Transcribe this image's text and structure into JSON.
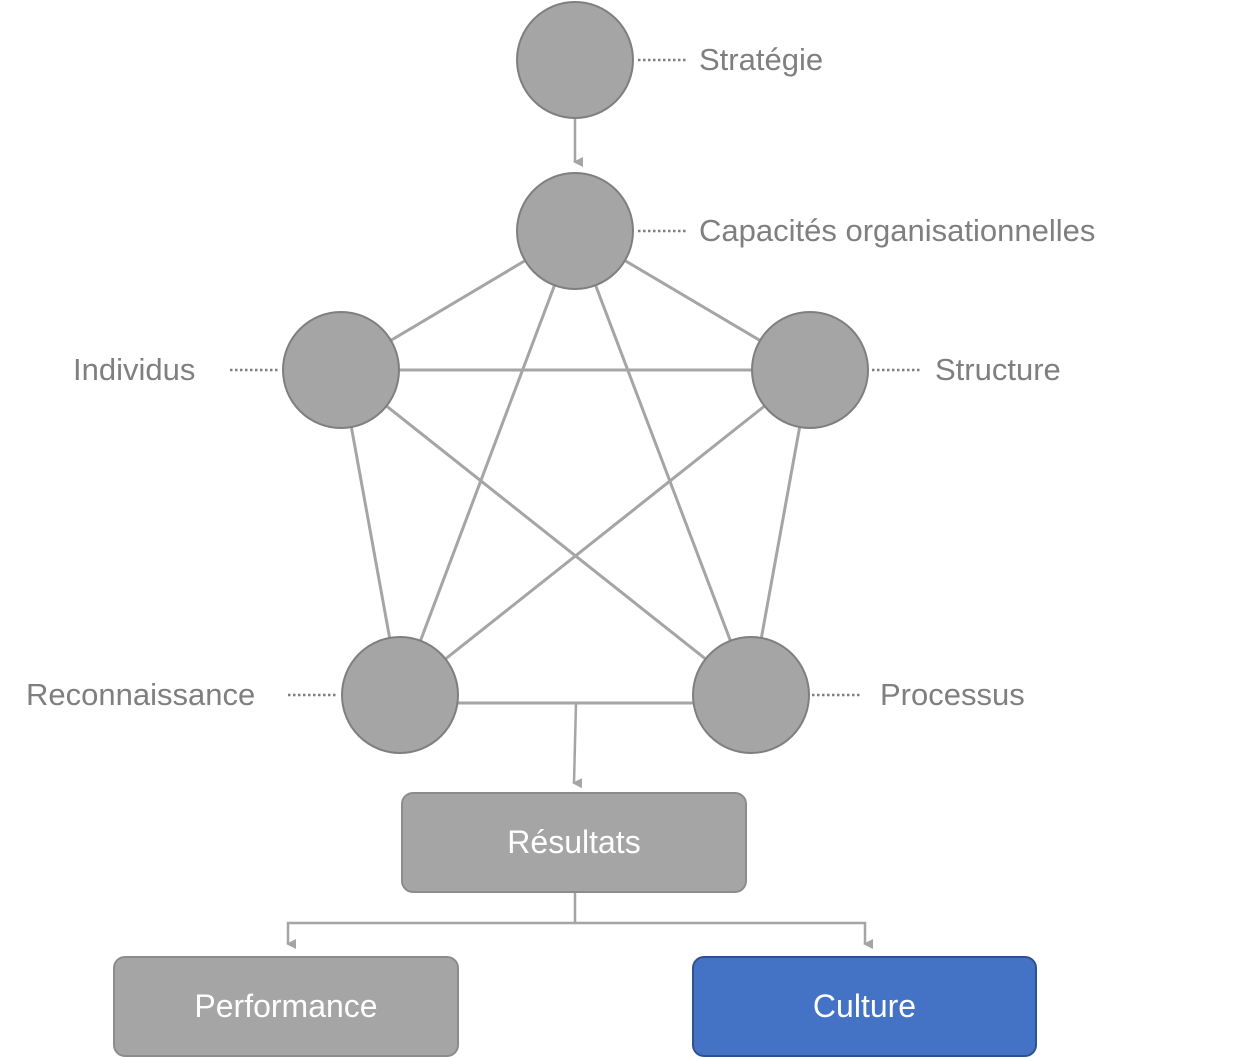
{
  "nodes": {
    "strategie": {
      "label": "Stratégie"
    },
    "capacites": {
      "label": "Capacités organisationnelles"
    },
    "individus": {
      "label": "Individus"
    },
    "structure": {
      "label": "Structure"
    },
    "reconnaissance": {
      "label": "Reconnaissance"
    },
    "processus": {
      "label": "Processus"
    }
  },
  "boxes": {
    "resultats": {
      "label": "Résultats"
    },
    "performance": {
      "label": "Performance"
    },
    "culture": {
      "label": "Culture"
    }
  },
  "colors": {
    "node_fill": "#a5a5a5",
    "node_stroke": "#7f7f7f",
    "connector": "#a5a5a5",
    "label_text": "#7f7f7f",
    "highlight_box": "#4472c4"
  }
}
